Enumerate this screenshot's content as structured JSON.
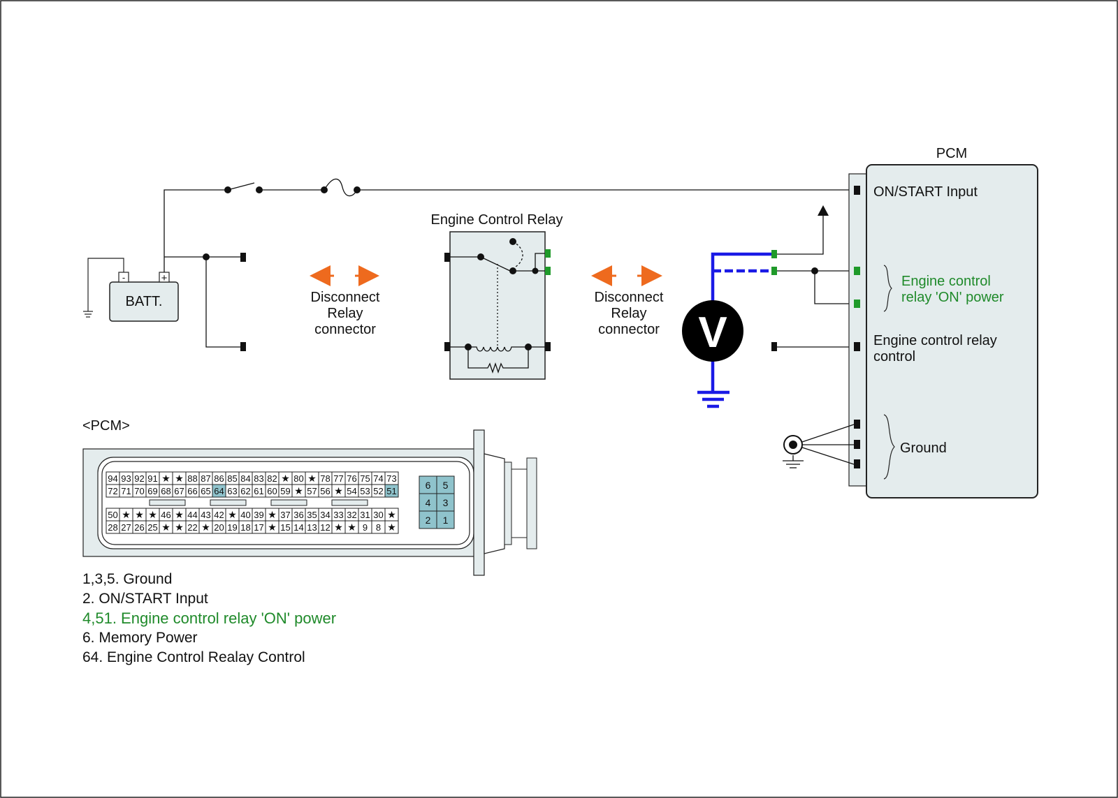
{
  "labels": {
    "pcm_title": "PCM",
    "batt": "BATT.",
    "batt_minus": "-",
    "batt_plus": "+",
    "engine_control_relay": "Engine Control Relay",
    "disconnect_left": [
      "Disconnect",
      "Relay",
      "connector"
    ],
    "disconnect_right": [
      "Disconnect",
      "Relay",
      "connector"
    ],
    "voltmeter": "V",
    "on_start_input": "ON/START Input",
    "ecr_on_power": [
      "Engine control",
      "relay 'ON' power"
    ],
    "ecr_control": [
      "Engine control relay",
      "control"
    ],
    "ground": "Ground",
    "pcm_connector_title": "<PCM>"
  },
  "connector": {
    "row1": [
      "94",
      "93",
      "92",
      "91",
      "★",
      "★",
      "88",
      "87",
      "86",
      "85",
      "84",
      "83",
      "82",
      "★",
      "80",
      "★",
      "78",
      "77",
      "76",
      "75",
      "74",
      "73"
    ],
    "row2": [
      "72",
      "71",
      "70",
      "69",
      "68",
      "67",
      "66",
      "65",
      "64",
      "63",
      "62",
      "61",
      "60",
      "59",
      "★",
      "57",
      "56",
      "★",
      "54",
      "53",
      "52",
      "51"
    ],
    "row3": [
      "50",
      "★",
      "★",
      "★",
      "46",
      "★",
      "44",
      "43",
      "42",
      "★",
      "40",
      "39",
      "★",
      "37",
      "36",
      "35",
      "34",
      "33",
      "32",
      "31",
      "30",
      "★"
    ],
    "row4": [
      "28",
      "27",
      "26",
      "25",
      "★",
      "★",
      "22",
      "★",
      "20",
      "19",
      "18",
      "17",
      "★",
      "15",
      "14",
      "13",
      "12",
      "★",
      "★",
      "9",
      "8",
      "★"
    ],
    "highlighted": [
      "64",
      "51"
    ],
    "small_block": [
      [
        "6",
        "5"
      ],
      [
        "4",
        "3"
      ],
      [
        "2",
        "1"
      ]
    ]
  },
  "legend": [
    {
      "text": "1,3,5. Ground",
      "color": "#111111"
    },
    {
      "text": "2. ON/START Input",
      "color": "#111111"
    },
    {
      "text": "4,51. Engine control relay 'ON' power",
      "color": "#1f8a2a"
    },
    {
      "text": "6. Memory Power",
      "color": "#111111"
    },
    {
      "text": "64. Engine Control Realay Control",
      "color": "#111111"
    }
  ],
  "colors": {
    "wire": "#111111",
    "probe": "#1a1ae6",
    "arrow": "#ee6a1e",
    "terminal_green": "#1f9a2a",
    "box_fill": "#e4eced",
    "highlight_cell": "#8fc3cc"
  }
}
